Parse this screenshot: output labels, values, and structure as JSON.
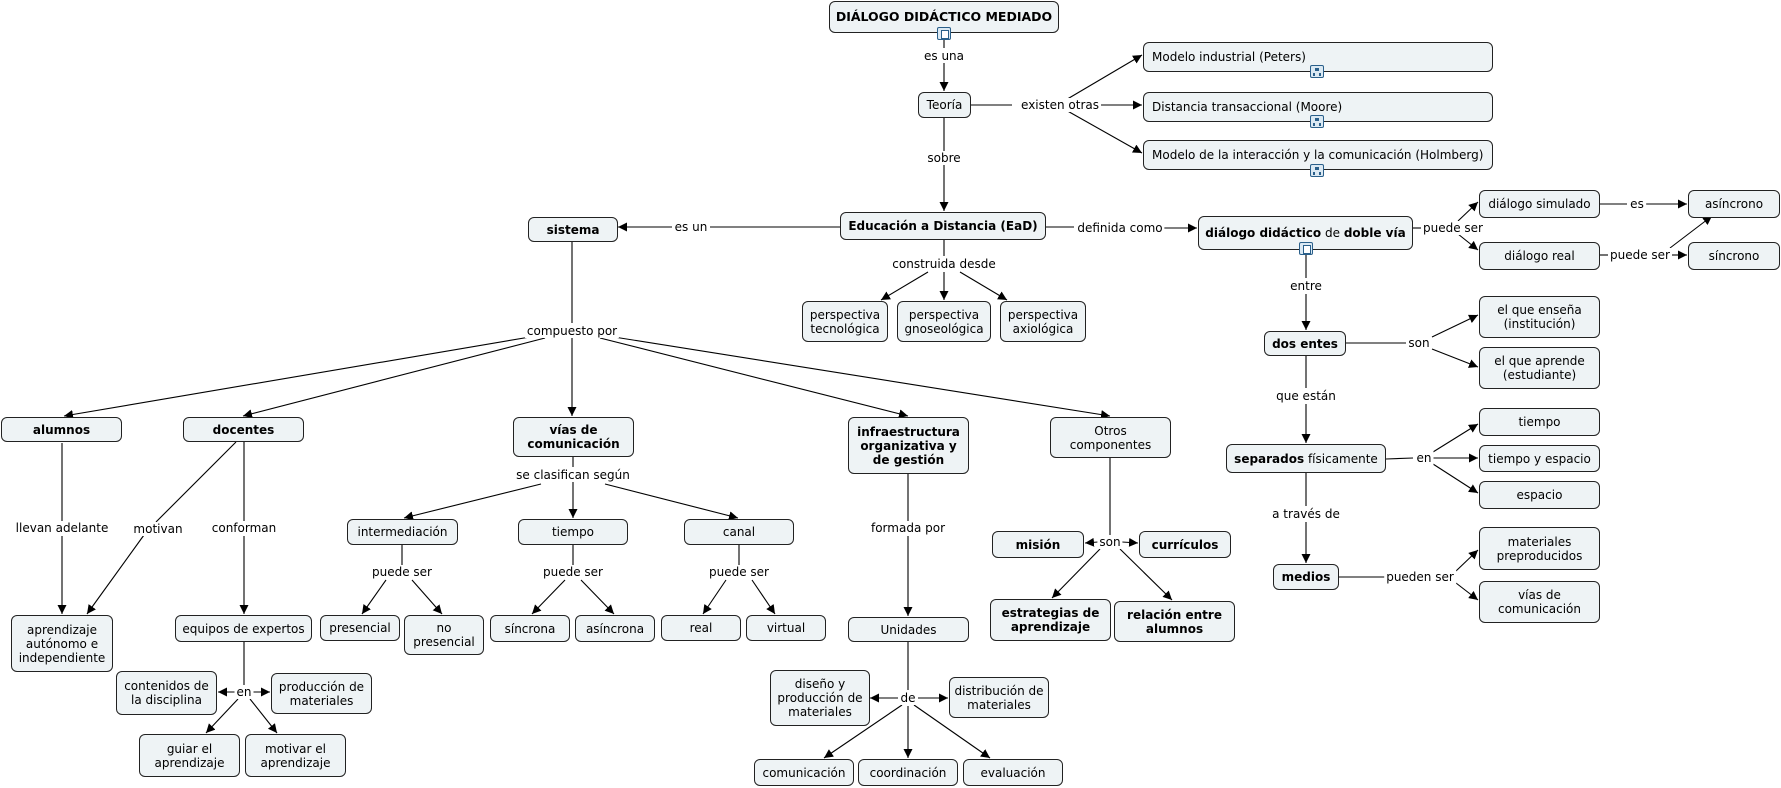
{
  "nodes": {
    "root": "DIÁLOGO DIDÁCTICO MEDIADO",
    "teoria": "Teoría",
    "peters": "Modelo industrial (Peters)",
    "moore": "Distancia transaccional (Moore)",
    "holmberg": "Modelo de la interacción y la comunicación (Holmberg)",
    "ead": "Educación a Distancia (EaD)",
    "sistema": "sistema",
    "dialogo_a": "diálogo didáctico",
    "dialogo_b": " de ",
    "dialogo_c": "doble vía",
    "simulado": "diálogo simulado",
    "real_d": "diálogo real",
    "asincrono_d": "asíncrono",
    "sincrono_d": "síncrono",
    "p_tec": "perspectiva tecnológica",
    "p_gno": "perspectiva gnoseológica",
    "p_axi": "perspectiva axiológica",
    "dos_entes": "dos entes",
    "ensena": "el que enseña (institución)",
    "aprende": "el que aprende (estudiante)",
    "separados_a": "separados",
    "separados_b": " físicamente",
    "tiempo_s": "tiempo",
    "tiempo_espacio": "tiempo y espacio",
    "espacio": "espacio",
    "medios": "medios",
    "mat_pre": "materiales preproducidos",
    "vias_com_m": "vías de comunicación",
    "alumnos": "alumnos",
    "docentes": "docentes",
    "vias": "vías de comunicación",
    "infra": "infraestructura organizativa y de gestión",
    "otros": "Otros componentes",
    "aprendizaje": "aprendizaje autónomo e independiente",
    "equipos": "equipos de expertos",
    "contenidos": "contenidos de la disciplina",
    "produccion": "producción de materiales",
    "guiar": "guiar el aprendizaje",
    "motivar": "motivar el aprendizaje",
    "intermediacion": "intermediación",
    "tiempo_v": "tiempo",
    "canal": "canal",
    "presencial": "presencial",
    "no_presencial": "no presencial",
    "sincrona": "síncrona",
    "asincrona": "asíncrona",
    "real_c": "real",
    "virtual": "virtual",
    "unidades": "Unidades",
    "diseno": "diseño y producción de materiales",
    "distribucion": "distribución de materiales",
    "comunicacion": "comunicación",
    "coordinacion": "coordinación",
    "evaluacion": "evaluación",
    "mision": "misión",
    "curriculos": "currículos",
    "estrategias": "estrategias de aprendizaje",
    "relacion": "relación entre alumnos"
  },
  "links": {
    "es_una": "es una",
    "existen_otras": "existen otras",
    "sobre": "sobre",
    "es_un": "es un",
    "definida_como": "definida como",
    "puede_ser_1": "puede ser",
    "es": "es",
    "puede_ser_2": "puede ser",
    "construida_desde": "construida desde",
    "entre": "entre",
    "son_1": "son",
    "que_estan": "que están",
    "en_1": "en",
    "a_traves_de": "a través de",
    "pueden_ser": "pueden ser",
    "compuesto_por": "compuesto por",
    "llevan_adelante": "llevan adelante",
    "motivan": "motivan",
    "conforman": "conforman",
    "en_2": "en",
    "se_clasifican": "se clasifican según",
    "puede_ser_3": "puede ser",
    "puede_ser_4": "puede ser",
    "puede_ser_5": "puede ser",
    "formada_por": "formada por",
    "de": "de",
    "son_2": "son"
  },
  "icons": [
    "document-icon",
    "concept-map-icon"
  ]
}
